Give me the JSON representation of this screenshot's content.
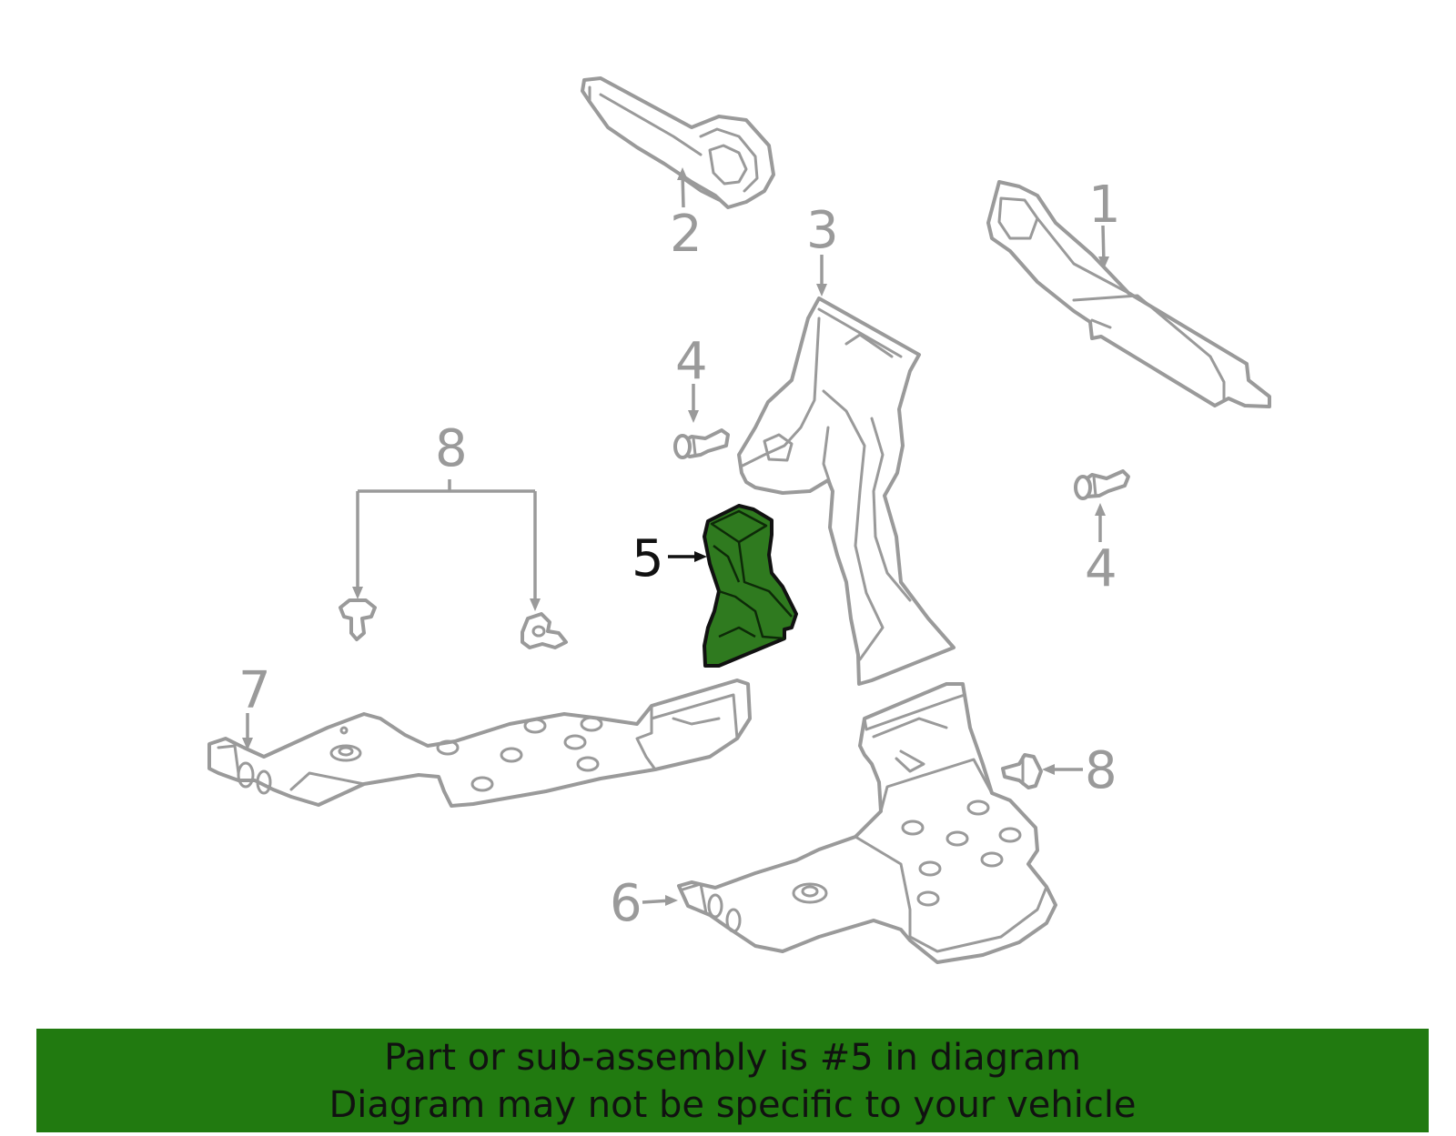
{
  "banner": {
    "line1": "Part or sub-assembly is #5 in diagram",
    "line2": "Diagram may not be specific to your vehicle",
    "background_color": "#217a10"
  },
  "diagram": {
    "highlighted_part": "5",
    "highlight_color": "#2f7a1f",
    "line_color": "#9a9a9a",
    "callouts": {
      "part1": "1",
      "part2": "2",
      "part3": "3",
      "part4_upper": "4",
      "part4_right": "4",
      "part5": "5",
      "part6": "6",
      "part7": "7",
      "part8_pair": "8",
      "part8_right": "8"
    }
  }
}
